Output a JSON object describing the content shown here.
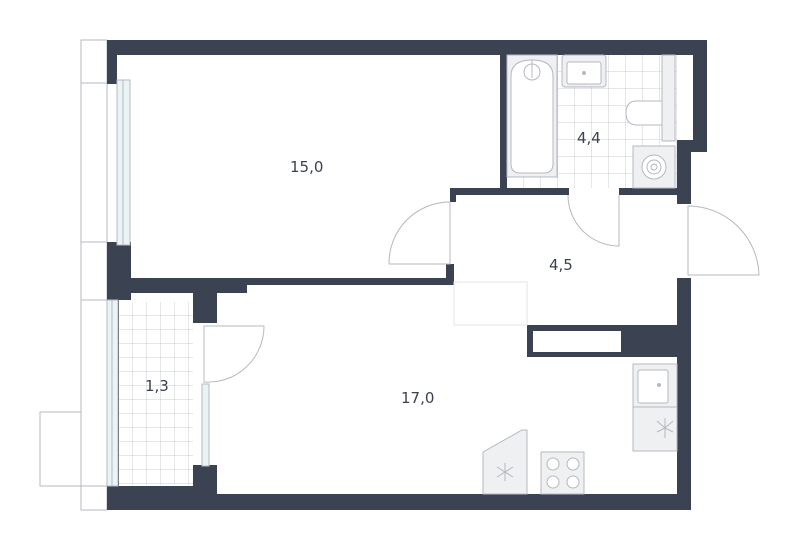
{
  "rooms": {
    "bedroom_area": "15,0",
    "bathroom_area": "4,4",
    "hallway_area": "4,5",
    "balcony_area": "1,3",
    "living_kitchen_area": "17,0"
  },
  "colors": {
    "wall": "#3b4252",
    "outline": "#b5b8c0",
    "fixture_fill": "#eff0f2",
    "tile_line": "#c9ccd2",
    "label": "#3b4150",
    "window": "#eaf3f6"
  },
  "icons": {
    "bathtub": "bathtub-icon",
    "sink": "sink-icon",
    "toilet": "toilet-icon",
    "washing_machine": "washing-machine-icon",
    "fridge": "fridge-icon",
    "stove": "stove-icon",
    "kitchen_sink": "kitchen-sink-icon",
    "dishwasher": "dishwasher-icon"
  }
}
